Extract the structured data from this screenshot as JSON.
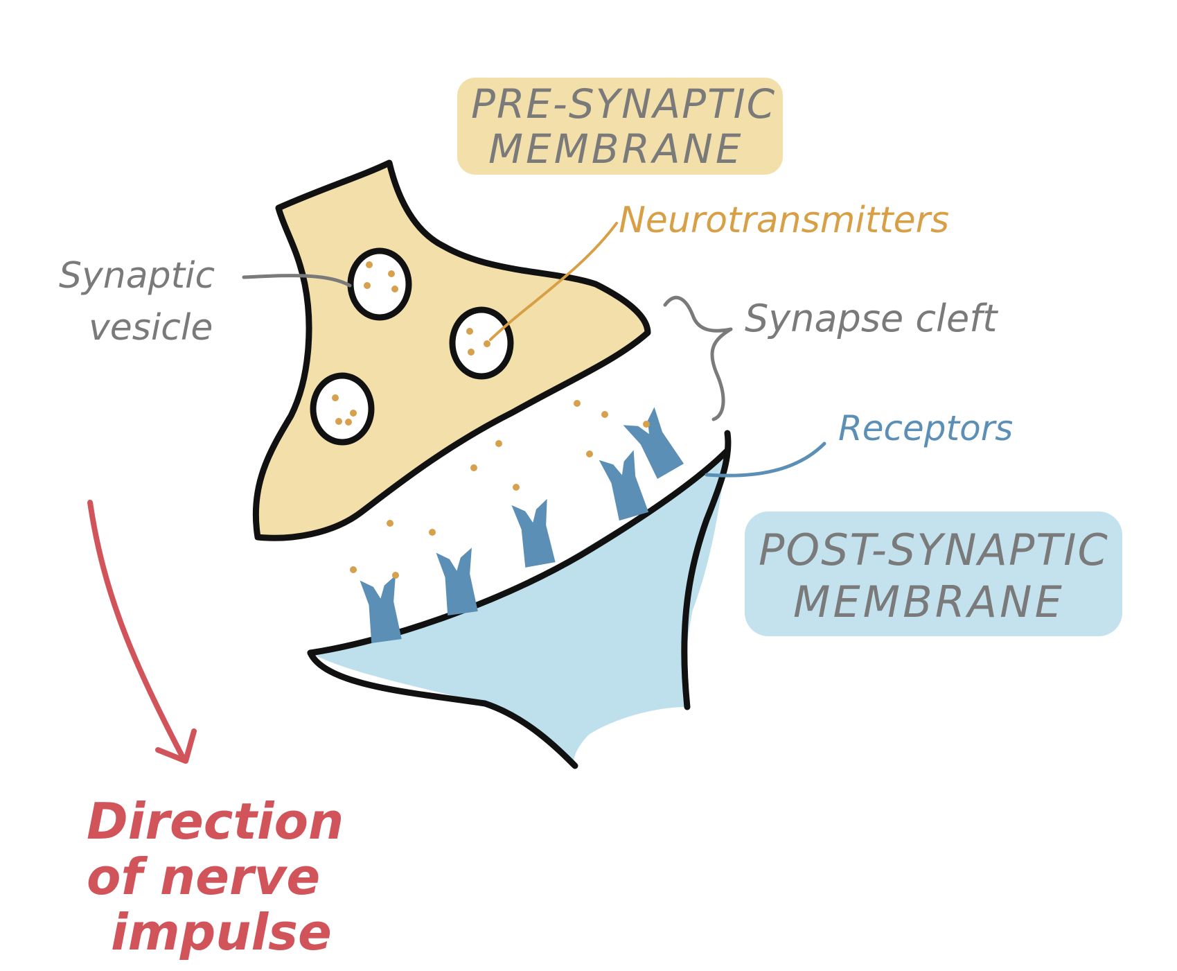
{
  "colors": {
    "background": "#ffffff",
    "outline": "#111111",
    "presynaptic_fill": "#f2dfaa",
    "postsynaptic_fill": "#bde0ec",
    "receptor": "#5b8fb5",
    "neurotransmitter": "#d6a04c",
    "gray_label": "#7a7a7a",
    "gold_label": "#d8a046",
    "blue_label": "#5b8fb5",
    "red_label": "#d2545b",
    "pre_highlight": "#f3dfaa",
    "post_highlight": "#c3e2ee"
  },
  "labels": {
    "pre_membrane_line1": "PRE-SYNAPTIC",
    "pre_membrane_line2": "MEMBRANE",
    "neurotransmitters": "Neurotransmitters",
    "synaptic_vesicle_line1": "Synaptic",
    "synaptic_vesicle_line2": "vesicle",
    "synapse_cleft": "Synapse cleft",
    "receptors": "Receptors",
    "post_membrane_line1": "POST-SYNAPTIC",
    "post_membrane_line2": "MEMBRANE",
    "direction_line1": "Direction",
    "direction_line2": "of nerve",
    "direction_line3": "impulse"
  }
}
